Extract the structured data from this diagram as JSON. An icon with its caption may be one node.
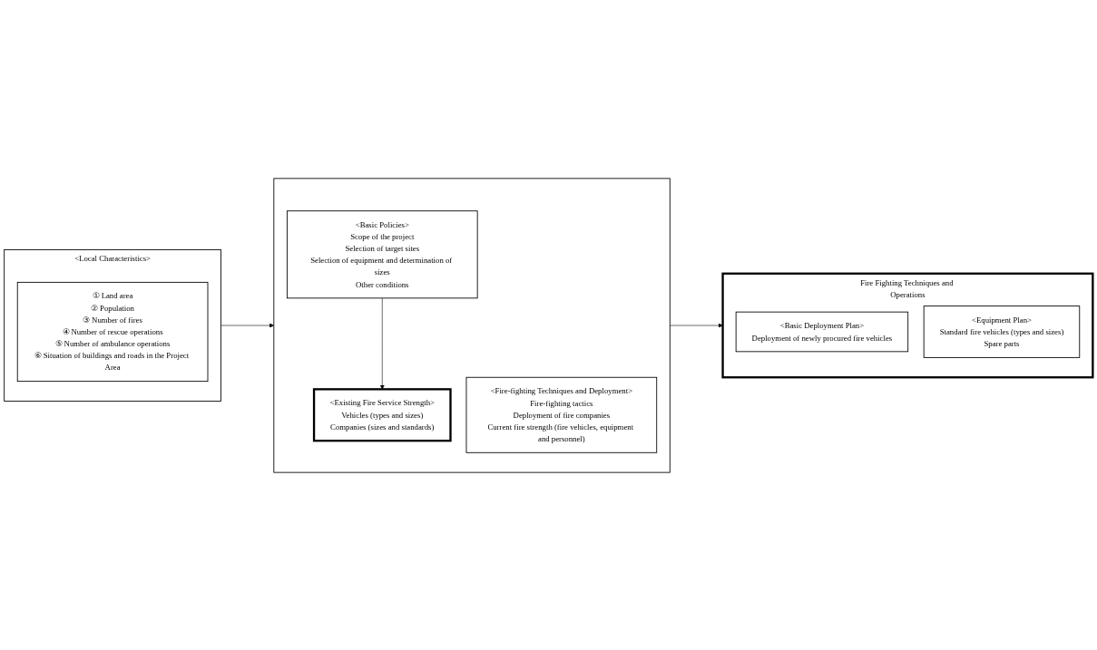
{
  "diagram": {
    "nodes": [
      {
        "text": [
          "<Local Characteristics>"
        ]
      },
      {
        "text": [
          "① Land area",
          "② Population",
          "③ Number of fires",
          "④ Number of rescue operations",
          "⑤ Number of ambulance operations",
          "⑥ Situation of buildings and roads in the Project Area"
        ],
        "in": 0
      },
      {
        "text": [],
        "shape": "box"
      },
      {
        "text": [
          "<Basic Policies>",
          "Scope of the project",
          "Selection of target sites",
          "Selection of equipment and determination of sizes",
          "Other conditions"
        ],
        "in": 2
      },
      {
        "text": [
          "<Existing Fire Service Strength>",
          "Vehicles (types and sizes)",
          "Companies (sizes and standards)"
        ],
        "in": 2
      },
      {
        "text": [
          "<Fire-fighting Techniques and Deployment>",
          "Fire-fighting tactics",
          "Deployment of fire companies",
          "Current fire strength (fire vehicles, equipment and personnel)"
        ],
        "in": 2
      },
      {
        "text": [
          "Fire Fighting Techniques and Operations"
        ]
      },
      {
        "text": [
          "<Basic Deployment Plan>",
          "Deployment of newly procured fire vehicles"
        ],
        "in": 6
      },
      {
        "text": [
          "<Equipment Plan>",
          "Standard fire vehicles (types and sizes)",
          "Spare parts"
        ],
        "in": 6
      }
    ],
    "edges": [
      {
        "from": 0,
        "to": 2,
        "arrow": "to"
      },
      {
        "from": 3,
        "to": 4,
        "arrow": "to"
      },
      {
        "from": 2,
        "to": 6,
        "arrow": "to"
      }
    ]
  }
}
